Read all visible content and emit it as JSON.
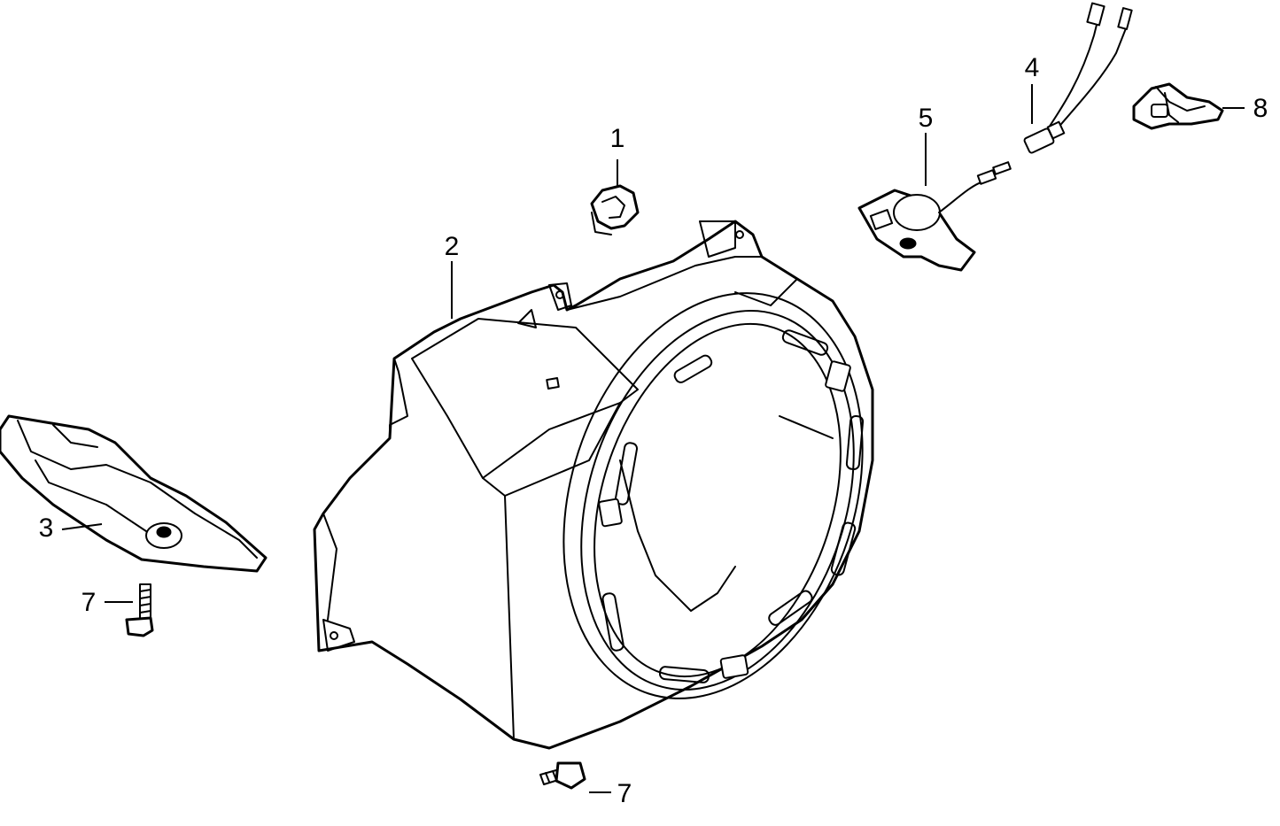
{
  "diagram": {
    "callouts": [
      {
        "id": "c1",
        "label": "1"
      },
      {
        "id": "c2",
        "label": "2"
      },
      {
        "id": "c3",
        "label": "3"
      },
      {
        "id": "c4",
        "label": "4"
      },
      {
        "id": "c5",
        "label": "5"
      },
      {
        "id": "c7a",
        "label": "7"
      },
      {
        "id": "c7b",
        "label": "7"
      },
      {
        "id": "c8",
        "label": "8"
      }
    ]
  }
}
